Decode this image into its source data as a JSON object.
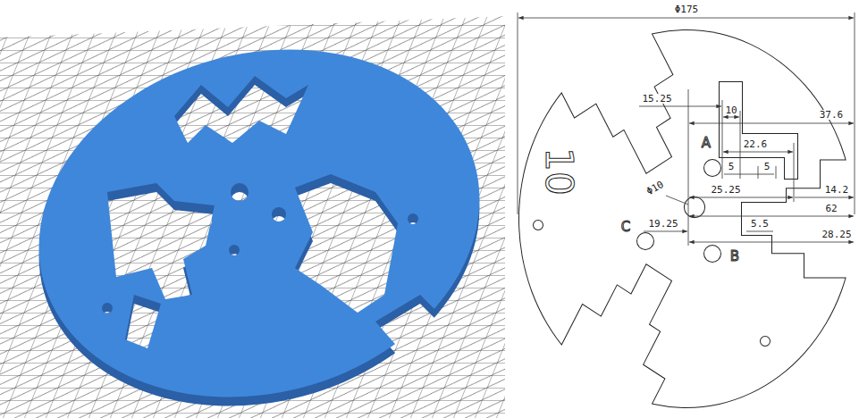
{
  "diagram": {
    "labels": [
      "Φ175",
      "15.25",
      "10",
      "37.6",
      "A",
      "22.6",
      "5",
      "5",
      "Φ10",
      "25.25",
      "14.2",
      "62",
      "10",
      "19.25",
      "C",
      "5.5",
      "28.25",
      "B"
    ]
  }
}
